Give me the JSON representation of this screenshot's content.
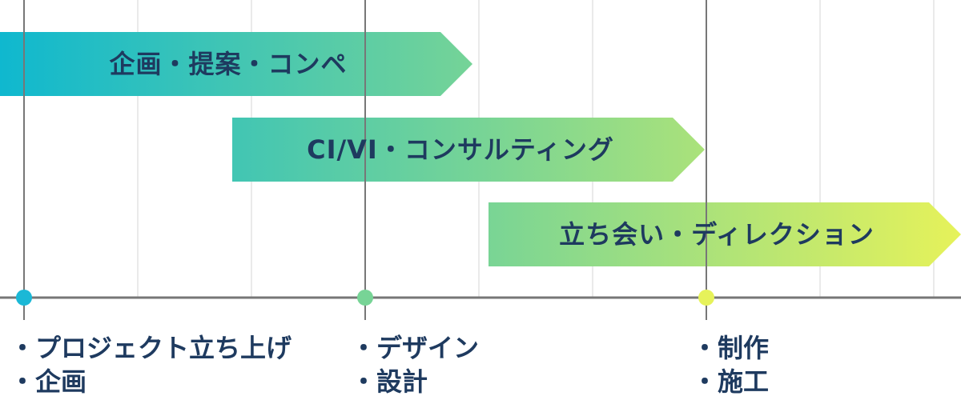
{
  "colors": {
    "grid": "#e4e4e4",
    "axis": "#777777",
    "text": "#1e3a5f",
    "gradient_start": "#0fb8cf",
    "gradient_mid": "#77d496",
    "gradient_end": "#e6f25a"
  },
  "bars": [
    {
      "label": "企画・提案・コンペ"
    },
    {
      "label": "CI/VI・コンサルティング"
    },
    {
      "label": "立ち会い・ディレクション"
    }
  ],
  "milestones": [
    {
      "color": "#1bb8d6",
      "items": [
        "・プロジェクト立ち上げ",
        "・企画"
      ]
    },
    {
      "color": "#77d496",
      "items": [
        "・デザイン",
        "・設計"
      ]
    },
    {
      "color": "#e6f25a",
      "items": [
        "・制作",
        "・施工"
      ]
    }
  ]
}
